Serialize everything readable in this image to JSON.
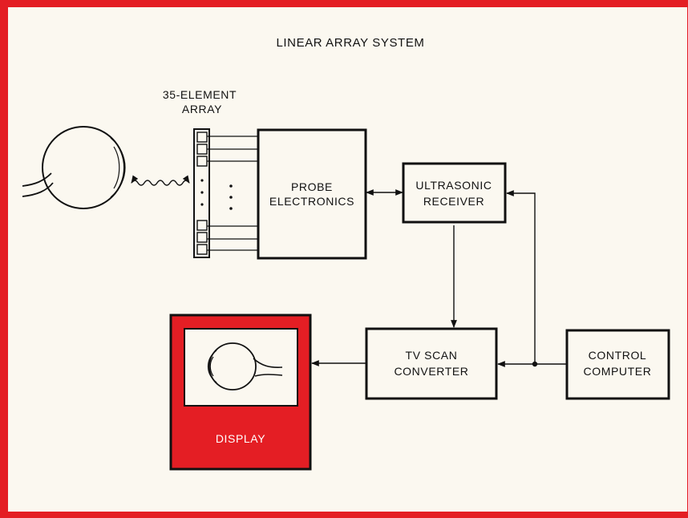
{
  "colors": {
    "background": "#fbf8f0",
    "accent": "#e41e24",
    "ink": "#111111"
  },
  "title": "LINEAR ARRAY SYSTEM",
  "array_label": {
    "line1": "35-ELEMENT",
    "line2": "ARRAY"
  },
  "blocks": {
    "probe": {
      "line1": "PROBE",
      "line2": "ELECTRONICS"
    },
    "receiver": {
      "line1": "ULTRASONIC",
      "line2": "RECEIVER"
    },
    "scan_converter": {
      "line1": "TV SCAN",
      "line2": "CONVERTER"
    },
    "computer": {
      "line1": "CONTROL",
      "line2": "COMPUTER"
    },
    "display": {
      "label": "DISPLAY"
    }
  },
  "icons": [
    "eye-icon",
    "display-eye-icon"
  ]
}
